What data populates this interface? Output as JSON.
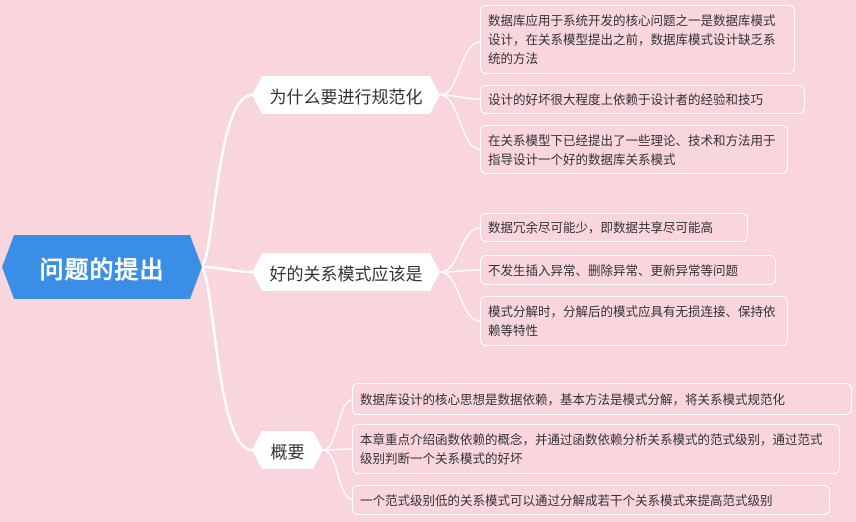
{
  "root": {
    "label": "问题的提出"
  },
  "branches": [
    {
      "label": "为什么要进行规范化",
      "leaves": [
        "数据库应用于系统开发的核心问题之一是数据库模式设计，在关系模型提出之前，数据库模式设计缺乏系统的方法",
        "设计的好坏很大程度上依赖于设计者的经验和技巧",
        "在关系模型下已经提出了一些理论、技术和方法用于指导设计一个好的数据库关系模式"
      ]
    },
    {
      "label": "好的关系模式应该是",
      "leaves": [
        "数据冗余尽可能少，即数据共享尽可能高",
        "不发生插入异常、删除异常、更新异常等问题",
        "模式分解时，分解后的模式应具有无损连接、保持依赖等特性"
      ]
    },
    {
      "label": "概要",
      "leaves": [
        "数据库设计的核心思想是数据依赖，基本方法是模式分解，将关系模式规范化",
        "本章重点介绍函数依赖的概念，并通过函数依赖分析关系模式的范式级别，通过范式级别判断一个关系模式的好坏",
        "一个范式级别低的关系模式可以通过分解成若干个关系模式来提高范式级别"
      ]
    }
  ],
  "colors": {
    "background": "#f9d5de",
    "root": "#3a8ee6",
    "lines": "#ffffff"
  }
}
